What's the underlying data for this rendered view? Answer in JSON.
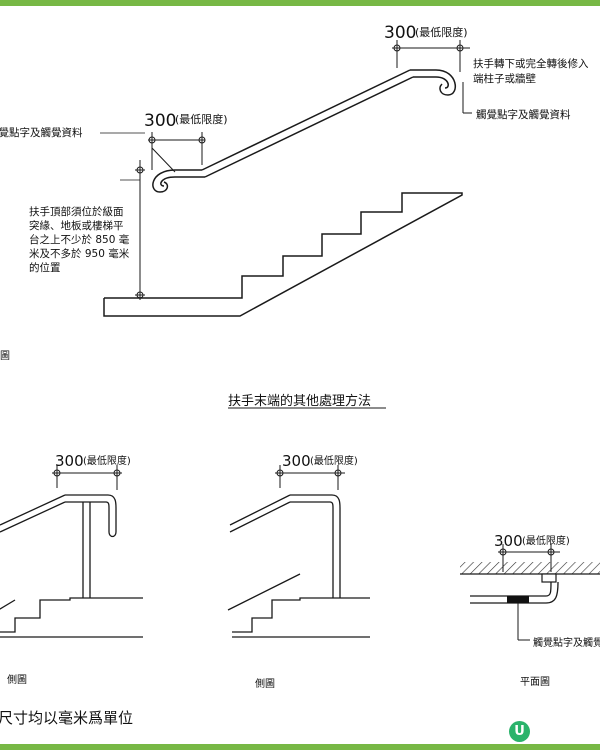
{
  "colors": {
    "frame": "#77b845",
    "line": "#1a1a1a",
    "hatch": "#333333",
    "logo": "#2ab36b"
  },
  "upper": {
    "dim_top": "300",
    "dim_top_note": "(最低限度)",
    "dim_mid": "300",
    "dim_mid_note": "(最低限度)",
    "right_note_lines": [
      "扶手轉下或完全轉後修入",
      "端柱子或牆壁"
    ],
    "tactile_right": "觸覺點字及觸覺資料",
    "tactile_left": "觸覺點字及觸覺資料",
    "height_note_lines": [
      "扶手頂部須位於級面",
      "突緣、地板或樓梯平",
      "台之上不少於 850 毫",
      "米及不多於 950 毫米",
      "的位置"
    ],
    "view_label": "圖"
  },
  "section_title": "扶手末端的其他處理方法",
  "lower": {
    "left": {
      "dim": "300",
      "note": "(最低限度)",
      "view_label": "側圖"
    },
    "middle": {
      "dim": "300",
      "note": "(最低限度)",
      "view_label": "側圖"
    },
    "right": {
      "dim": "300",
      "note": "(最低限度)",
      "tactile": "觸覺點字及觸覺資料",
      "view_label": "平面圖"
    }
  },
  "footer_text": "尺寸均以毫米爲單位",
  "logo_text": "U"
}
